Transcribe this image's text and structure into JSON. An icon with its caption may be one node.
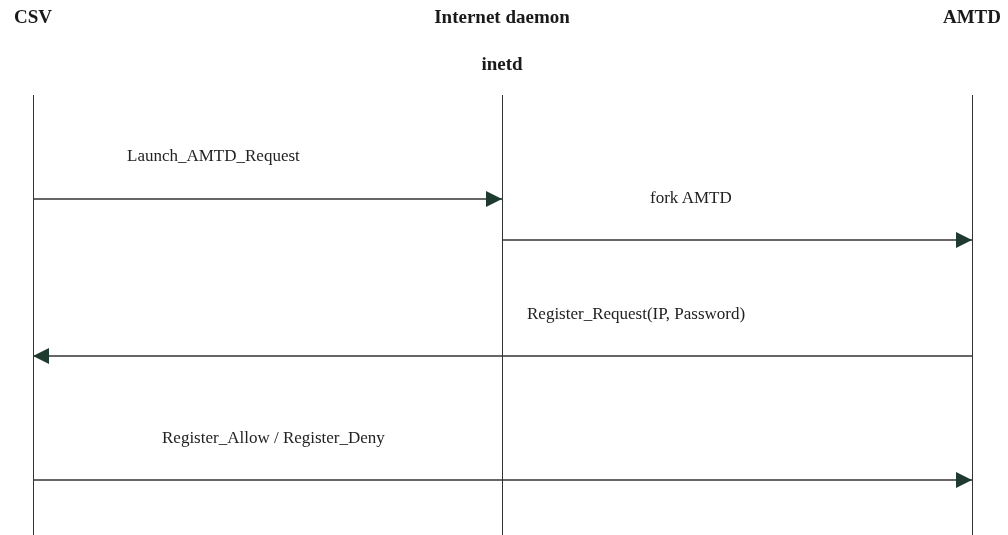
{
  "diagram": {
    "nodes": [
      {
        "text": [
          "CSV"
        ]
      },
      {
        "text": [
          "Internet daemon",
          "inetd"
        ]
      },
      {
        "text": [
          "AMTD"
        ]
      }
    ],
    "edges": [
      {
        "from": 0,
        "to": 1,
        "arrow": "to",
        "label": "Launch_AMTD_Request"
      },
      {
        "from": 1,
        "to": 2,
        "arrow": "to",
        "label": "fork AMTD"
      },
      {
        "from": 2,
        "to": 0,
        "arrow": "to",
        "label": "Register_Request(IP, Password)"
      },
      {
        "from": 0,
        "to": 2,
        "arrow": "to",
        "label": "Register_Allow / Register_Deny"
      }
    ]
  }
}
